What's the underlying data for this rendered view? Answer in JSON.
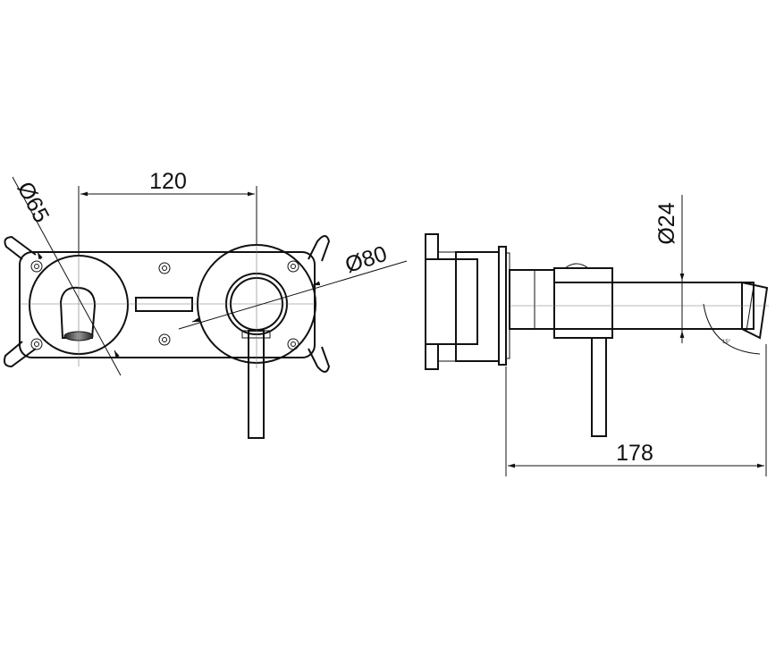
{
  "drawing": {
    "type": "technical-drawing",
    "views": [
      "front",
      "side"
    ],
    "dimensions": {
      "width_120": "120",
      "diameter_65": "Ø65",
      "diameter_80": "Ø80",
      "diameter_24": "Ø24",
      "length_178": "178",
      "angle_small": "15°"
    },
    "colors": {
      "line": "#111111",
      "background": "#ffffff",
      "hatch": "#333333"
    }
  }
}
